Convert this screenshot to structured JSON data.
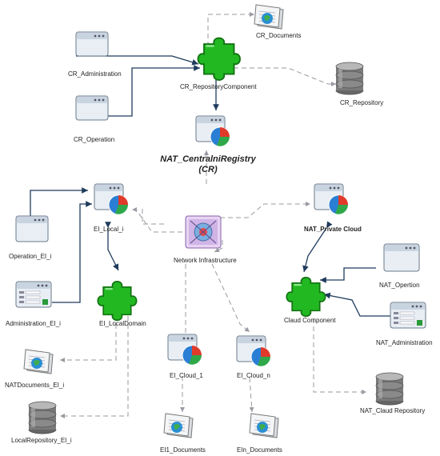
{
  "title": {
    "line1": "NAT_CentralniRegistry",
    "line2": "(CR)"
  },
  "labels": {
    "cr_documents": "CR_Documents",
    "cr_administration": "CR_Administration",
    "cr_repository_component": "CR_RepositoryComponent",
    "cr_repository": "CR_Repository",
    "cr_operation": "CR_Operation",
    "ei_local_i": "EI_Local_i",
    "nat_private_cloud": "NAT_Private Cloud",
    "operation_ei_i": "Operation_EI_i",
    "network_infrastructure": "Network Infrastructure",
    "administration_ei_i": "Administration_EI_i",
    "ei_localdomain": "EI_LocalDomain",
    "nat_opertion": "NAT_Opertion",
    "claud_component": "Claud Component",
    "nat_administration": "NAT_Administration",
    "ei_cloud_1": "EI_Cloud_1",
    "ei_cloud_n": "EI_Cloud_n",
    "natdocuments_ei_i": "NATDocuments_EI_i",
    "nat_claud_repository": "NAT_Claud Repository",
    "localrepository_ei_i": "LocalRepository_EI_i",
    "ei1_documents": "EI1_Documents",
    "ein_documents": "EIn_Documents"
  },
  "colors": {
    "puzzle": "#22b822",
    "window": "#e8eef4",
    "solid_edge": "#1f3b5c",
    "dashed_edge": "#9a9aa2",
    "database": "#7a7a7a",
    "network": "#c9a0dc"
  },
  "icons": {
    "puzzle": "puzzle-piece-icon",
    "window": "window-icon",
    "pie_window": "pie-chart-window-icon",
    "document": "document-icon",
    "database": "database-icon",
    "network": "network-icon",
    "admin": "admin-window-icon"
  }
}
